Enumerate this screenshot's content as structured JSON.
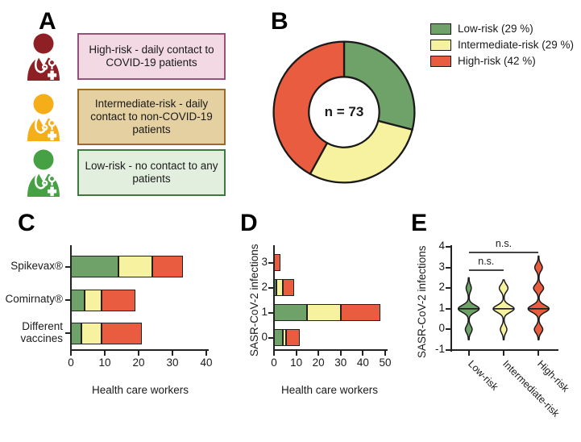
{
  "figure": {
    "panels": [
      "A",
      "B",
      "C",
      "D",
      "E"
    ],
    "colors": {
      "green": "#6fa269",
      "yellow": "#f6f2a0",
      "red": "#ea5c3f",
      "icon_dark_red": "#8e2025",
      "icon_yellow": "#f5ae19",
      "icon_green": "#45a143",
      "outline": "#222222"
    }
  },
  "panelA": {
    "letter": "A",
    "rows": [
      {
        "icon": "health-care-worker-icon",
        "icon_color": "#8e2025",
        "text": "High-risk - daily contact to COVID-19 patients",
        "box_fill": "#f2d9e4",
        "box_border": "#98517a"
      },
      {
        "icon": "health-care-worker-icon",
        "icon_color": "#f5ae19",
        "text": "Intermediate-risk - daily contact to non-COVID-19 patients",
        "box_fill": "#e4d0a0",
        "box_border": "#9a6b2b"
      },
      {
        "icon": "health-care-worker-icon",
        "icon_color": "#45a143",
        "text": "Low-risk - no contact to any patients",
        "box_fill": "#e2eede",
        "box_border": "#3e7a3f"
      }
    ]
  },
  "panelB": {
    "letter": "B",
    "center_label": "n = 73",
    "legend": [
      {
        "label": "Low-risk (29 %)",
        "color": "#6fa269"
      },
      {
        "label": "Intermediate-risk (29 %)",
        "color": "#f6f2a0"
      },
      {
        "label": "High-risk (42 %)",
        "color": "#ea5c3f"
      }
    ],
    "chart_data": {
      "type": "pie",
      "title": "",
      "center_text": "n = 73",
      "total_n": 73,
      "labels": [
        "Low-risk",
        "Intermediate-risk",
        "High-risk"
      ],
      "values": [
        29,
        29,
        42
      ],
      "unit": "%",
      "colors": [
        "#6fa269",
        "#f6f2a0",
        "#ea5c3f"
      ],
      "legend_position": "top-right",
      "donut_hole_ratio": 0.5,
      "start_angle_deg": 0
    }
  },
  "panelC": {
    "letter": "C",
    "xlabel": "Health care workers",
    "xticks": [
      "0",
      "10",
      "20",
      "30",
      "40"
    ],
    "categories": [
      "Spikevax®",
      "Comirnaty®",
      "Different vaccines"
    ],
    "chart_data": {
      "type": "bar",
      "orientation": "horizontal",
      "stacked": true,
      "title": "",
      "xlabel": "Health care workers",
      "ylabel": "",
      "xlim": [
        0,
        40
      ],
      "xticks": [
        0,
        10,
        20,
        30,
        40
      ],
      "grid": false,
      "categories": [
        "Spikevax®",
        "Comirnaty®",
        "Different vaccines"
      ],
      "series": [
        {
          "name": "Low-risk",
          "color": "#6fa269",
          "values": [
            14,
            4,
            3
          ]
        },
        {
          "name": "Intermediate-risk",
          "color": "#f6f2a0",
          "values": [
            10,
            5,
            6
          ]
        },
        {
          "name": "High-risk",
          "color": "#ea5c3f",
          "values": [
            9,
            10,
            12
          ]
        }
      ],
      "totals": [
        33,
        19,
        21
      ]
    }
  },
  "panelD": {
    "letter": "D",
    "xlabel": "Health care workers",
    "ylabel": "SASR-CoV-2 infections",
    "xticks": [
      "0",
      "10",
      "20",
      "30",
      "40",
      "50"
    ],
    "yticks": [
      "0",
      "1",
      "2",
      "3"
    ],
    "chart_data": {
      "type": "bar",
      "orientation": "horizontal",
      "stacked": true,
      "title": "",
      "xlabel": "Health care workers",
      "ylabel": "SASR-CoV-2 infections",
      "xlim": [
        0,
        50
      ],
      "xticks": [
        0,
        10,
        20,
        30,
        40,
        50
      ],
      "grid": false,
      "categories": [
        "0",
        "1",
        "2",
        "3"
      ],
      "series": [
        {
          "name": "Low-risk",
          "color": "#6fa269",
          "values": [
            4,
            15,
            1,
            0
          ]
        },
        {
          "name": "Intermediate-risk",
          "color": "#f6f2a0",
          "values": [
            1.5,
            15,
            3,
            0
          ]
        },
        {
          "name": "High-risk",
          "color": "#ea5c3f",
          "values": [
            6,
            18,
            5,
            3
          ]
        }
      ],
      "totals": [
        11.5,
        48,
        9,
        3
      ]
    }
  },
  "panelE": {
    "letter": "E",
    "ylabel": "SASR-CoV-2 infections",
    "yticks": [
      "-1",
      "0",
      "1",
      "2",
      "3",
      "4"
    ],
    "categories": [
      "Low-risk",
      "Intermediate-risk",
      "High-risk"
    ],
    "annotations": [
      {
        "label": "n.s.",
        "from": "Low-risk",
        "to": "Intermediate-risk"
      },
      {
        "label": "n.s.",
        "from": "Low-risk",
        "to": "High-risk"
      }
    ],
    "chart_data": {
      "type": "violin",
      "title": "",
      "xlabel": "",
      "ylabel": "SASR-CoV-2 infections",
      "ylim": [
        -1,
        4
      ],
      "yticks": [
        -1,
        0,
        1,
        2,
        3,
        4
      ],
      "grid": false,
      "groups": [
        {
          "name": "Low-risk",
          "color": "#6fa269",
          "median": 1,
          "whisker_min": -0.5,
          "whisker_max": 2.5,
          "modes": [
            {
              "center": 0,
              "width": 0.3
            },
            {
              "center": 1,
              "width": 1.0
            },
            {
              "center": 2,
              "width": 0.22
            }
          ]
        },
        {
          "name": "Intermediate-risk",
          "color": "#f6f2a0",
          "median": 1,
          "whisker_min": -0.5,
          "whisker_max": 2.4,
          "modes": [
            {
              "center": 0,
              "width": 0.26
            },
            {
              "center": 1,
              "width": 0.92
            },
            {
              "center": 2,
              "width": 0.36
            }
          ]
        },
        {
          "name": "High-risk",
          "color": "#ea5c3f",
          "median": 1,
          "whisker_min": -0.5,
          "whisker_max": 3.55,
          "modes": [
            {
              "center": 0,
              "width": 0.38
            },
            {
              "center": 1,
              "width": 1.0
            },
            {
              "center": 2,
              "width": 0.46
            },
            {
              "center": 3,
              "width": 0.34
            }
          ]
        }
      ],
      "significance": [
        "n.s.",
        "n.s."
      ]
    }
  }
}
